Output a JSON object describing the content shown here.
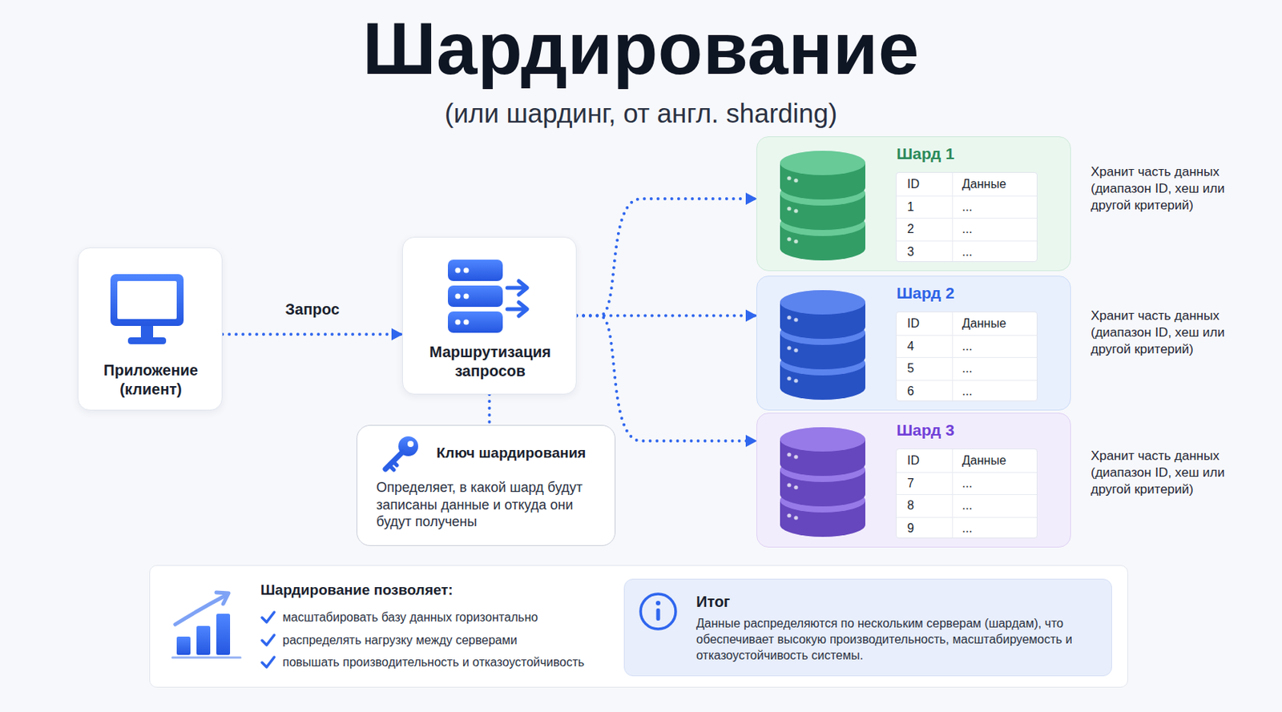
{
  "diagram": {
    "title": "Шардирование",
    "nodes": [
      {
        "text": [
          "Приложение (клиент)"
        ]
      },
      {
        "text": [
          "Маршрутизация запросов"
        ]
      },
      {
        "text": [
          "Ключ шардирования",
          "Определяет, в какой шард будут записаны данные и откуда они будут получены"
        ]
      },
      {
        "text": [
          "Шард 1"
        ]
      },
      {
        "text": [
          "Шард 2"
        ]
      },
      {
        "text": [
          "Шард 3"
        ]
      },
      {
        "text": [
          "Шардирование позволяет:",
          "масштабировать базу данных горизонтально",
          "распределять нагрузку между серверами",
          "повышать производительность и отказоустойчивость"
        ]
      },
      {
        "text": [
          "Итог",
          "Данные распределяются по нескольким серверам (шардам), что обеспечивает высокую производительность, масштабируемость и отказоустойчивость системы."
        ],
        "in": 6
      }
    ],
    "edges": [
      {
        "from": 0,
        "to": 1,
        "label": "Запрос",
        "arrow": "to"
      },
      {
        "from": 1,
        "to": 3,
        "arrow": "to"
      },
      {
        "from": 1,
        "to": 4,
        "arrow": "to"
      },
      {
        "from": 1,
        "to": 5,
        "arrow": "to"
      },
      {
        "from": 1,
        "to": 2,
        "arrow": "none"
      }
    ],
    "labels": [
      "(или шардинг, от англ. sharding)",
      "ID",
      "Данные",
      "1",
      "...",
      "2",
      "...",
      "3",
      "...",
      "Хранит часть данных (диапазон ID, хеш или другой критерий)",
      "ID",
      "Данные",
      "4",
      "...",
      "5",
      "...",
      "6",
      "...",
      "Хранит часть данных (диапазон ID, хеш или другой критерий)",
      "ID",
      "Данные",
      "7",
      "...",
      "8",
      "...",
      "9",
      "...",
      "Хранит часть данных (диапазон ID, хеш или другой критерий)"
    ]
  }
}
